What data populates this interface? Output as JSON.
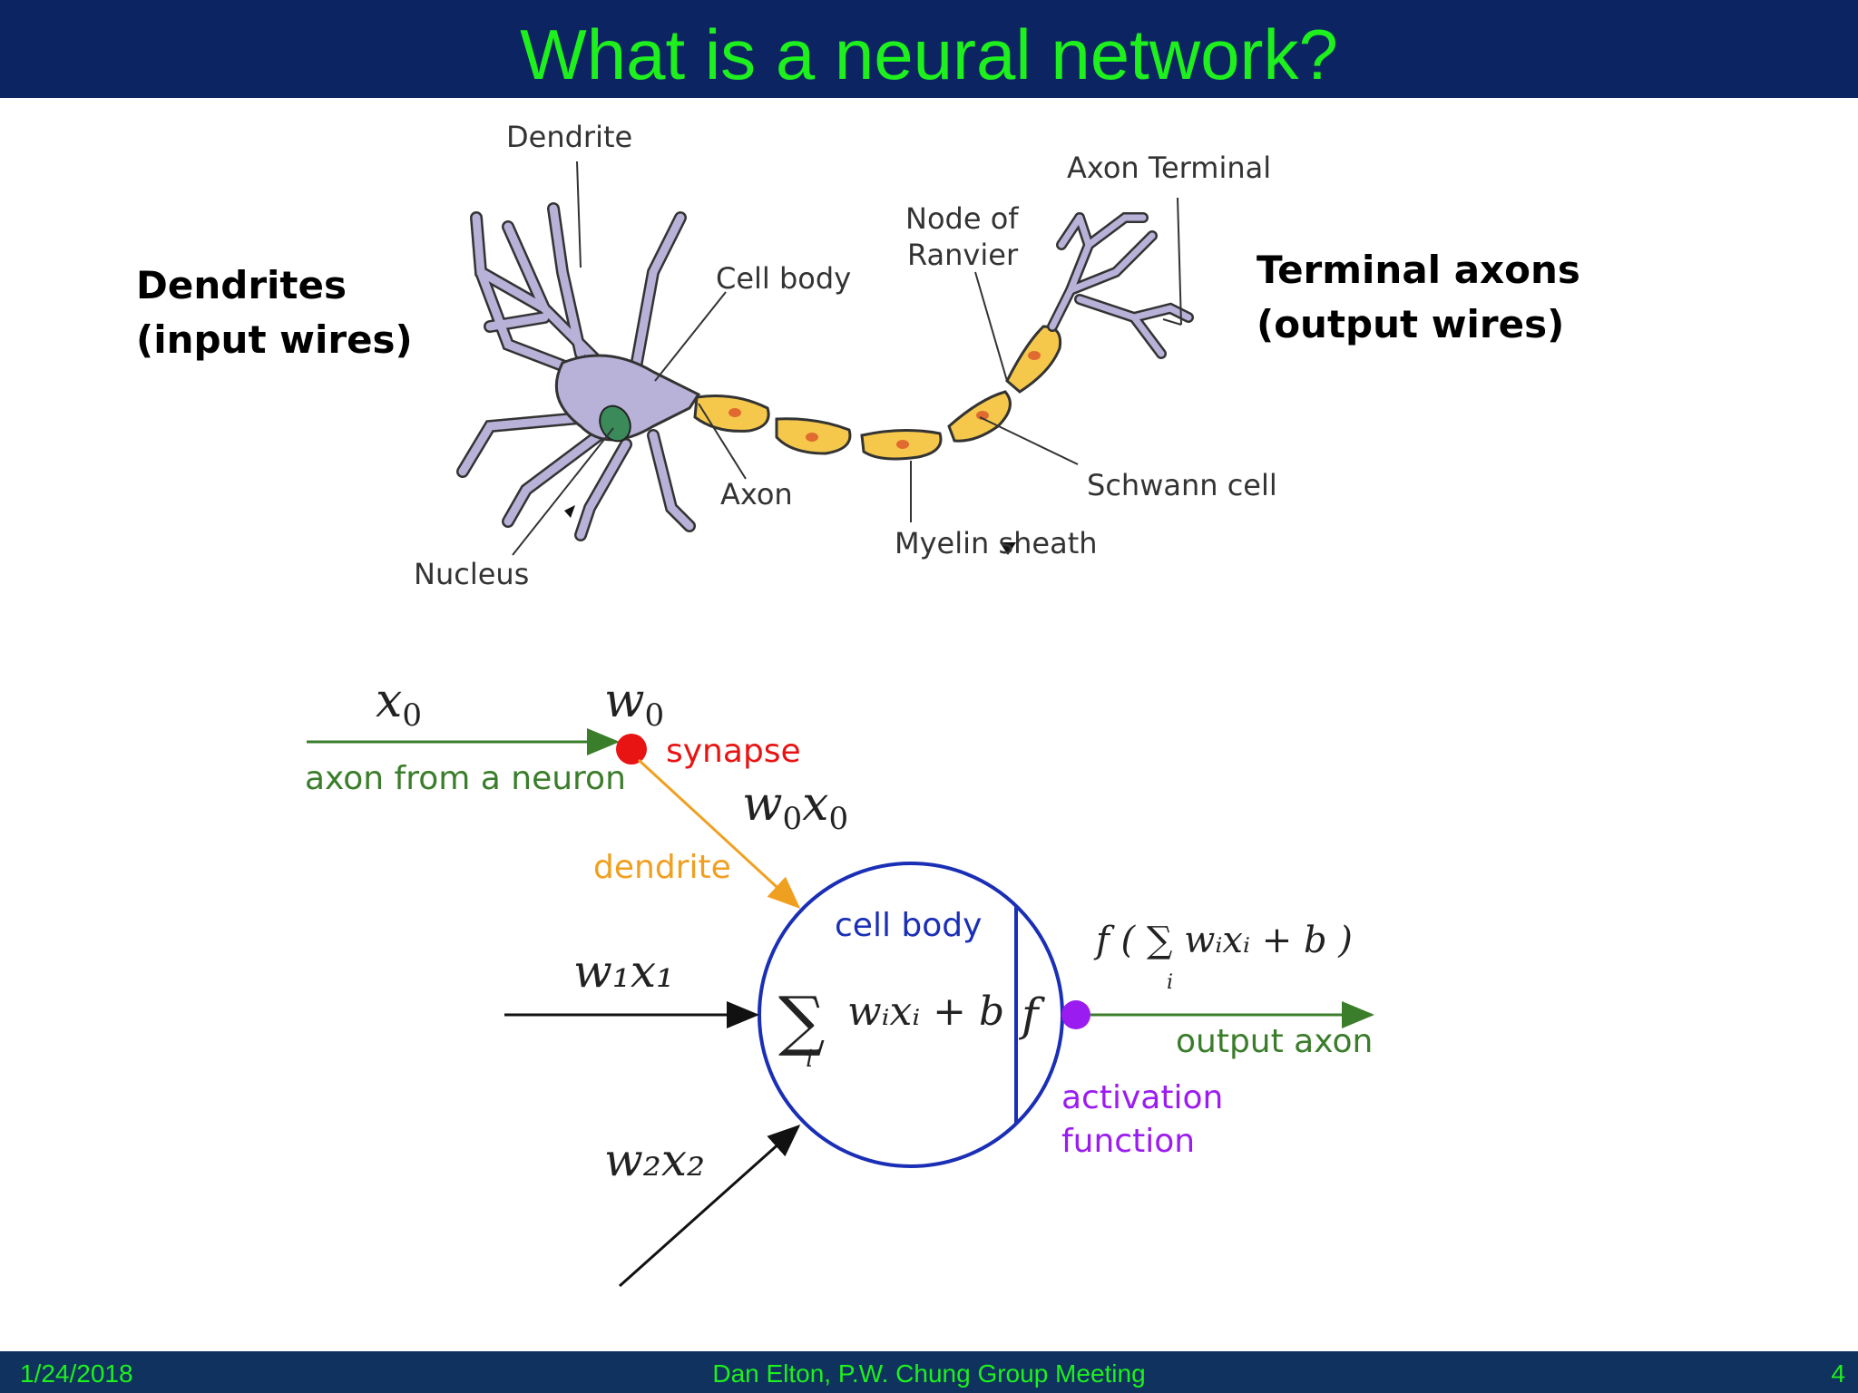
{
  "slide": {
    "title": "What is a neural network?",
    "left_label_line1": "Dendrites",
    "left_label_line2": "(input wires)",
    "right_label_line1": "Terminal axons",
    "right_label_line2": "(output wires)"
  },
  "neuron_labels": {
    "dendrite": "Dendrite",
    "cell_body": "Cell body",
    "nucleus": "Nucleus",
    "axon": "Axon",
    "node_of_ranvier_line1": "Node of",
    "node_of_ranvier_line2": "Ranvier",
    "axon_terminal": "Axon Terminal",
    "schwann_cell": "Schwann cell",
    "myelin_sheath": "Myelin sheath"
  },
  "model_labels": {
    "x0": "x",
    "x0_sub": "0",
    "w0": "w",
    "w0_sub": "0",
    "synapse": "synapse",
    "axon_from_neuron": "axon from a neuron",
    "w0x0_w": "w",
    "w0x0_sub1": "0",
    "w0x0_x": "x",
    "w0x0_sub2": "0",
    "dendrite": "dendrite",
    "cell_body": "cell body",
    "sum_symbol": "∑",
    "sum_index": "i",
    "sum_expr": "wᵢxᵢ + b",
    "f": "f",
    "w1x1": "w₁x₁",
    "w2x2": "w₂x₂",
    "output_formula": "f ( ∑ wᵢxᵢ + b )",
    "output_formula_index": "i",
    "output_axon": "output axon",
    "activation_line1": "activation",
    "activation_line2": "function"
  },
  "footer": {
    "date": "1/24/2018",
    "author": "Dan Elton, P.W. Chung Group Meeting",
    "page": "4"
  },
  "colors": {
    "header_bg": "#0c2461",
    "title": "#1ef01e",
    "synapse": "#e81313",
    "input_axon": "#3a7d2a",
    "dendrite": "#f0a020",
    "cell_body": "#1a2fb5",
    "activation": "#9b1cf0"
  }
}
